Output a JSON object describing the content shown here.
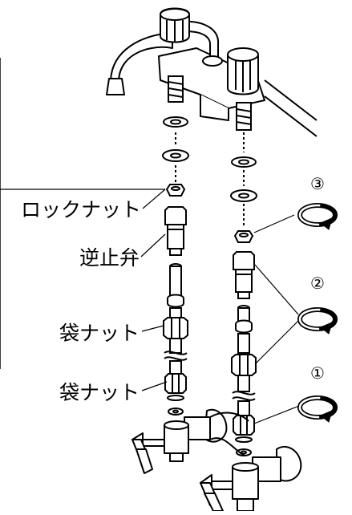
{
  "labels": {
    "lock_nut": "ロックナット",
    "check_valve": "逆止弁",
    "cap_nut_1": "袋ナット",
    "cap_nut_2": "袋ナット"
  },
  "steps": [
    "③",
    "②",
    "①"
  ],
  "colors": {
    "line": "#000000",
    "fill": "#ffffff",
    "shade": "#d9d9d9"
  },
  "icons": [
    "rotate-clockwise-icon",
    "faucet-icon",
    "stop-valve-icon"
  ]
}
